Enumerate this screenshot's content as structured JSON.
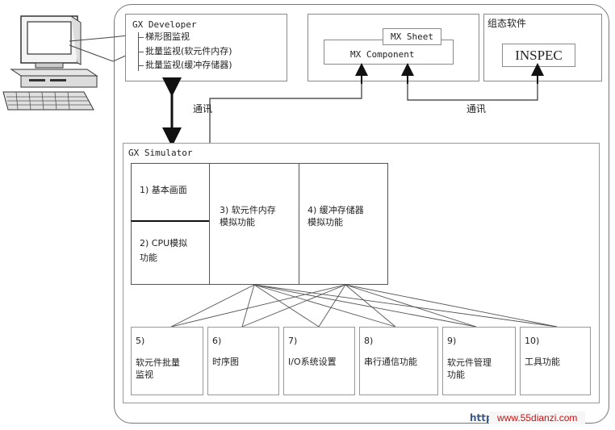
{
  "gx_developer": {
    "title": "GX Developer",
    "items": [
      "梯形图监视",
      "批量监视(软元件内存)",
      "批量监视(缓冲存储器)"
    ]
  },
  "mx": {
    "sheet": "MX Sheet",
    "component": "MX Component"
  },
  "config_software": {
    "title": "组态软件",
    "product": "INSPEC"
  },
  "comm_left": "通讯",
  "comm_right": "通讯",
  "gx_simulator": {
    "title": "GX Simulator",
    "functions_top": [
      "1) 基本画面",
      "2) CPU模拟\n功能",
      "3) 软元件内存\n模拟功能",
      "4) 缓冲存储器\n模拟功能"
    ],
    "functions_bottom": [
      {
        "num": "5)",
        "label": "软元件批量\n监视"
      },
      {
        "num": "6)",
        "label": "时序图"
      },
      {
        "num": "7)",
        "label": "I/O系统设置"
      },
      {
        "num": "8)",
        "label": "串行通信功能"
      },
      {
        "num": "9)",
        "label": "软元件管理\n功能"
      },
      {
        "num": "10)",
        "label": "工具功能"
      }
    ]
  },
  "watermark": {
    "url_left": "http",
    "url_right": "www.55dianzi.com"
  }
}
